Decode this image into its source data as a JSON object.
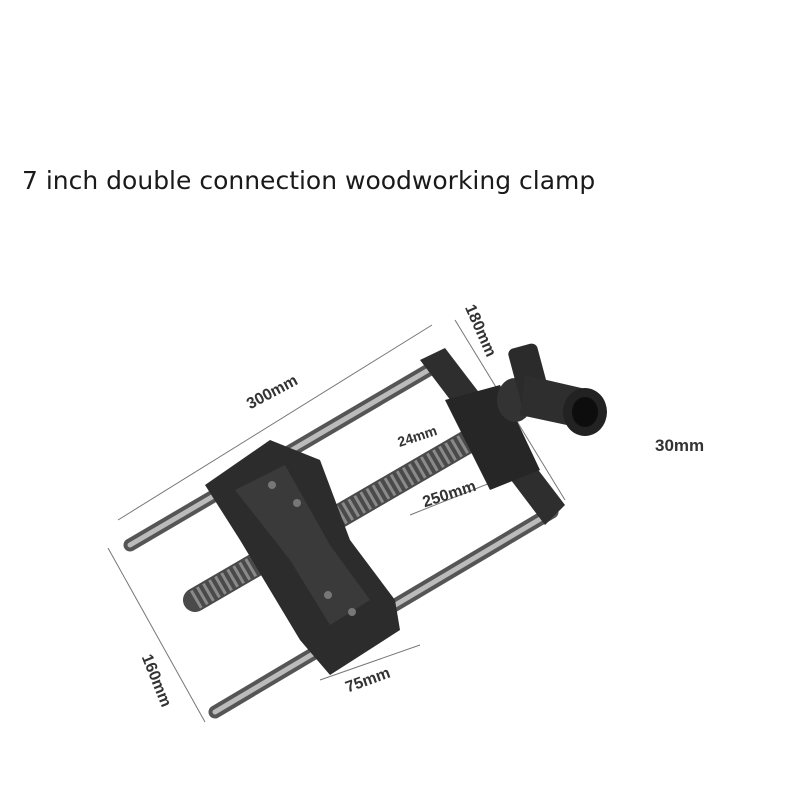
{
  "title": "7 inch double connection woodworking clamp",
  "dimensions": {
    "length_rods": "300mm",
    "rear_plate_width": "180mm",
    "screw_diameter": "24mm",
    "screw_length": "250mm",
    "handle_hole": "30mm",
    "front_plate_height": "160mm",
    "front_plate_width": "75mm"
  }
}
